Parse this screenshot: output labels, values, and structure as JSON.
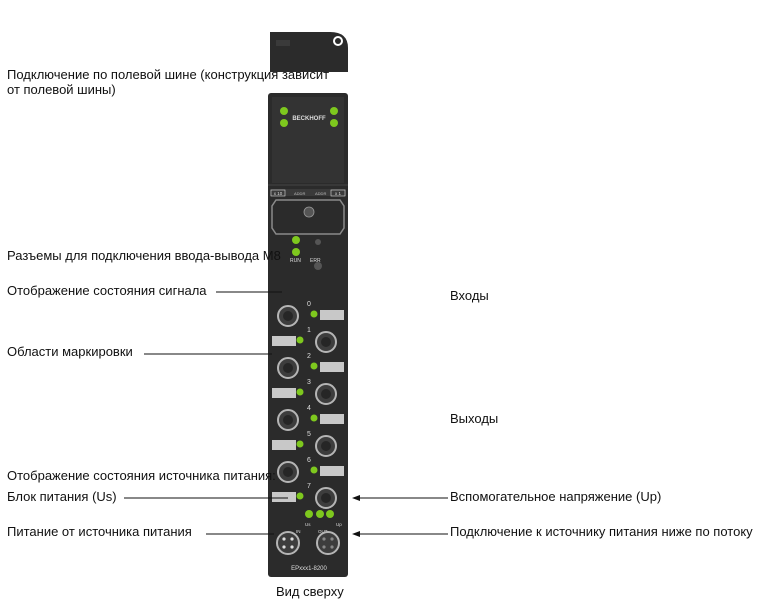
{
  "labels": {
    "fieldbus_line1": "Подключение по полевой шине (конструкция зависит",
    "fieldbus_line2": "от полевой шины)",
    "m8_connectors": "Разъемы для подключения ввода-вывода M8",
    "signal_status": "Отображение состояния сигнала",
    "marking_areas": "Области маркировки",
    "power_status_title": "Отображение состояния источника питания:",
    "power_unit": "Блок питания (Us)",
    "power_supply": "Питание от источника питания",
    "inputs": "Входы",
    "outputs": "Выходы",
    "aux_voltage": "Вспомогательное напряжение (Up)",
    "downstream": "Подключение к источнику питания ниже по потоку"
  },
  "caption": "Вид сверху",
  "device": {
    "brand": "BECKHOFF",
    "model": "EPxxx1-8200",
    "addr_left": "x 10",
    "addr_right": "x 1",
    "addr_lbl_left": "ADDR",
    "addr_lbl_right": "ADDR",
    "run_label": "RUN",
    "err_label": "ERR",
    "channels": [
      "0",
      "1",
      "2",
      "3",
      "4",
      "5",
      "6",
      "7"
    ],
    "us_label": "Us",
    "up_label": "Up",
    "power_in_label": "IN",
    "power_out_label": "OUT"
  },
  "colors": {
    "housing": "#2b2b2b",
    "led_green": "#7ec81e",
    "marking": "#c8c8c8"
  }
}
